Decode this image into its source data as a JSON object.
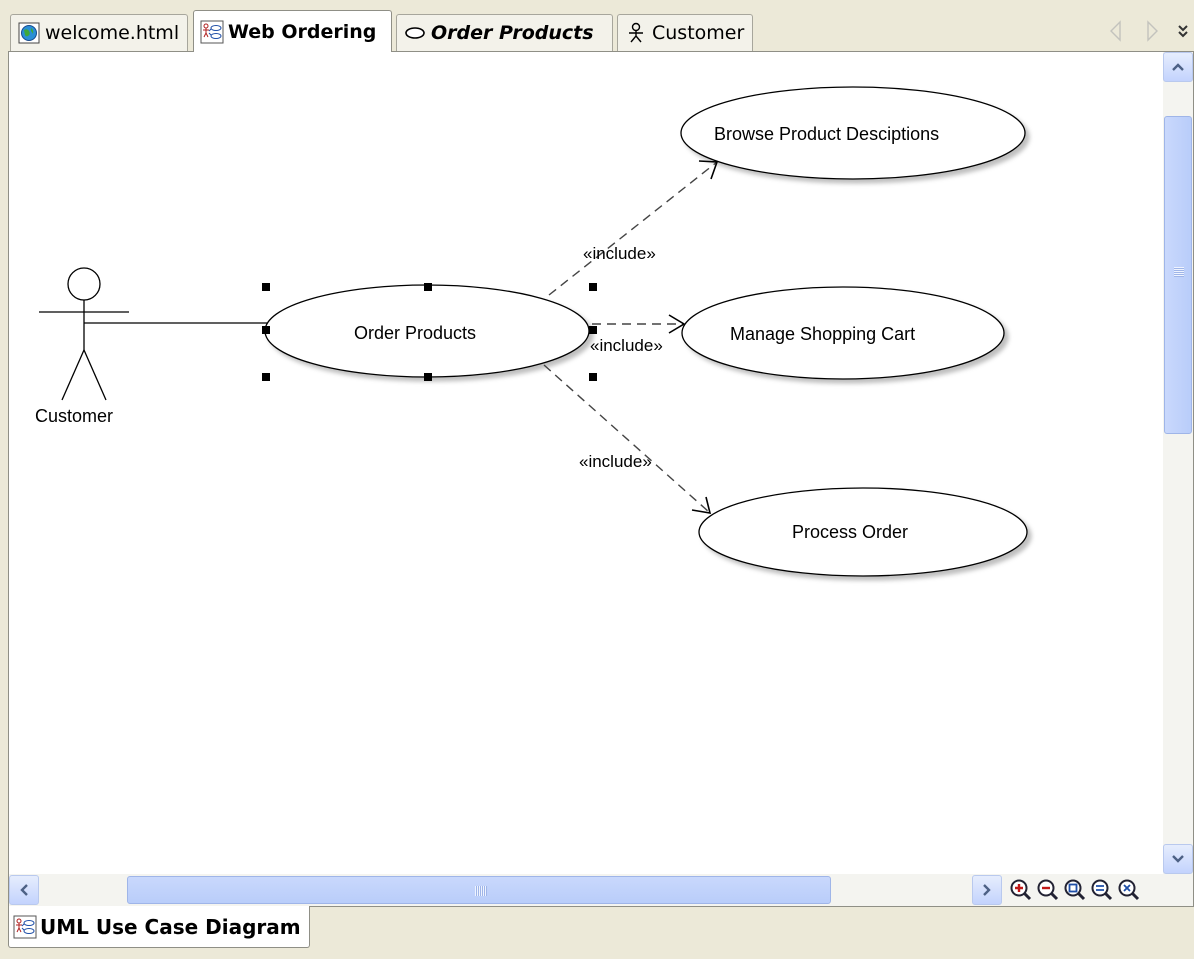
{
  "tabs": [
    {
      "label": "welcome.html",
      "icon": "globe-icon",
      "active": false
    },
    {
      "label": "Web Ordering",
      "icon": "use-case-diagram-icon",
      "active": true
    },
    {
      "label": "Order Products",
      "icon": "use-case-ellipse-icon",
      "active": false
    },
    {
      "label": "Customer",
      "icon": "actor-icon",
      "active": false
    }
  ],
  "tab_nav": {
    "prev": "left-arrow-icon",
    "next": "right-arrow-icon",
    "more": "chevron-double-down-icon"
  },
  "diagram": {
    "actor": {
      "name": "Customer"
    },
    "use_cases": {
      "order": "Order Products",
      "browse": "Browse Product Desciptions",
      "cart": "Manage Shopping Cart",
      "process": "Process Order"
    },
    "relations": {
      "include_browse": "«include»",
      "include_cart": "«include»",
      "include_process": "«include»"
    },
    "selected": "Order Products"
  },
  "zoom_controls": [
    "zoom-in-icon",
    "zoom-out-icon",
    "zoom-fit-icon",
    "zoom-reset-icon",
    "zoom-selection-icon"
  ],
  "bottom_tab": {
    "label": "UML Use Case Diagram",
    "icon": "use-case-diagram-icon"
  },
  "colors": {
    "scroll_thumb": "#c3d3fd",
    "chrome": "#ece9d8",
    "canvas": "#ffffff"
  }
}
